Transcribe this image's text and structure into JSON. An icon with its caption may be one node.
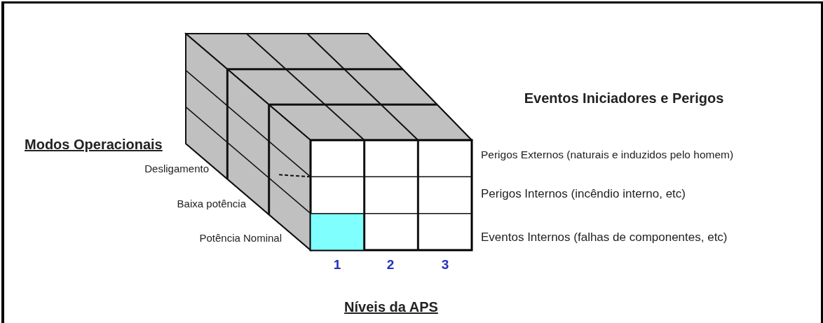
{
  "diagram": {
    "labels": [
      "Eventos Iniciadores e Perigos",
      "Modos Operacionais",
      "Desligamento",
      "Perigos Externos (naturais e induzidos pelo homem)",
      "Baixa potência",
      "Perigos Internos (incêndio interno, etc)",
      "Potência Nominal",
      "Eventos Internos (falhas de componentes, etc)",
      "1",
      "2",
      "3",
      "Níveis da APS"
    ]
  }
}
